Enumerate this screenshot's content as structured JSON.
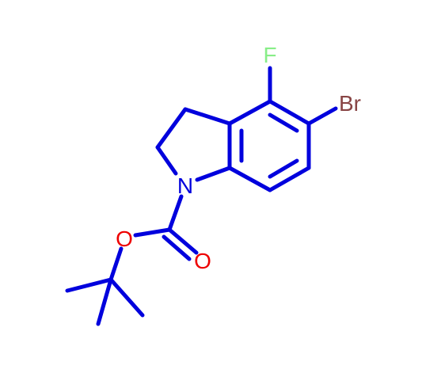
{
  "colors": {
    "bond": "#0000dd",
    "nitrogen": "#0000dd",
    "oxygen": "#ee0000",
    "fluorine": "#88ee88",
    "bromine": "#884444",
    "background": "#ffffff"
  },
  "atoms": {
    "fluorine": "F",
    "bromine": "Br",
    "nitrogen": "N",
    "ester_oxygen": "O",
    "carbonyl_oxygen": "O"
  }
}
